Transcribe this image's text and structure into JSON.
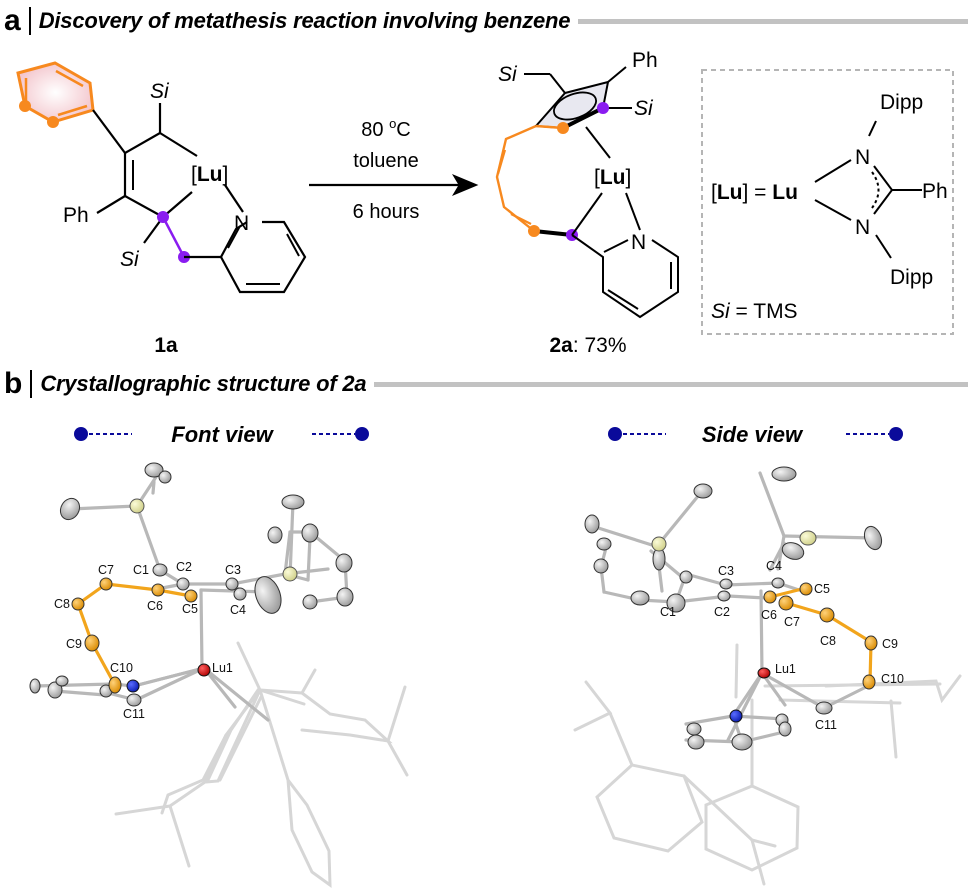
{
  "panels": {
    "a": {
      "letter": "a",
      "title": "Discovery of metathesis reaction involving benzene",
      "reactant": {
        "compound_label": "1a",
        "substituents": {
          "si_top": "Si",
          "ph": "Ph",
          "si_bottom": "Si",
          "metal": "[Lu]",
          "pyridine_n": "N"
        }
      },
      "conditions": {
        "temperature": "80 oC",
        "temperature_value": "80",
        "temperature_unit": "oC",
        "solvent": "toluene",
        "time": "6 hours"
      },
      "product": {
        "compound_label": "2a",
        "yield": ": 73%",
        "substituents": {
          "si_left": "Si",
          "ph": "Ph",
          "si_right": "Si",
          "metal": "[Lu]",
          "pyridine_n": "N"
        }
      },
      "legend_box": {
        "lu_def_left": "[Lu] = Lu",
        "lu_bracket_open": "[",
        "lu_symbol": "Lu",
        "lu_bracket_close": "]",
        "equals": " = ",
        "n_top": "N",
        "n_bottom": "N",
        "dipp_top": "Dipp",
        "dipp_bottom": "Dipp",
        "ph": "Ph",
        "si_def_symbol": "Si",
        "si_def_rest": " = TMS"
      },
      "highlight_colors": {
        "orange": "#f7891f",
        "purple": "#8a1cf0",
        "benzene_fill": "#f5c9cf"
      }
    },
    "b": {
      "letter": "b",
      "title": "Crystallographic structure of 2a",
      "views": [
        {
          "title": "Font view",
          "atom_labels": [
            "C1",
            "C2",
            "C3",
            "C4",
            "C5",
            "C6",
            "C7",
            "C8",
            "C9",
            "C10",
            "C11",
            "Lu1"
          ]
        },
        {
          "title": "Side view",
          "atom_labels": [
            "C1",
            "C2",
            "C3",
            "C4",
            "C5",
            "C6",
            "C7",
            "C8",
            "C9",
            "C10",
            "C11",
            "Lu1"
          ]
        }
      ],
      "atom_colors": {
        "carbon": "#cfcfcf",
        "highlight_carbon": "#f2a51c",
        "silicon": "#eeeea8",
        "nitrogen": "#1a2fd6",
        "lutetium": "#e01010",
        "view_marker": "#0a0a9a"
      }
    }
  }
}
